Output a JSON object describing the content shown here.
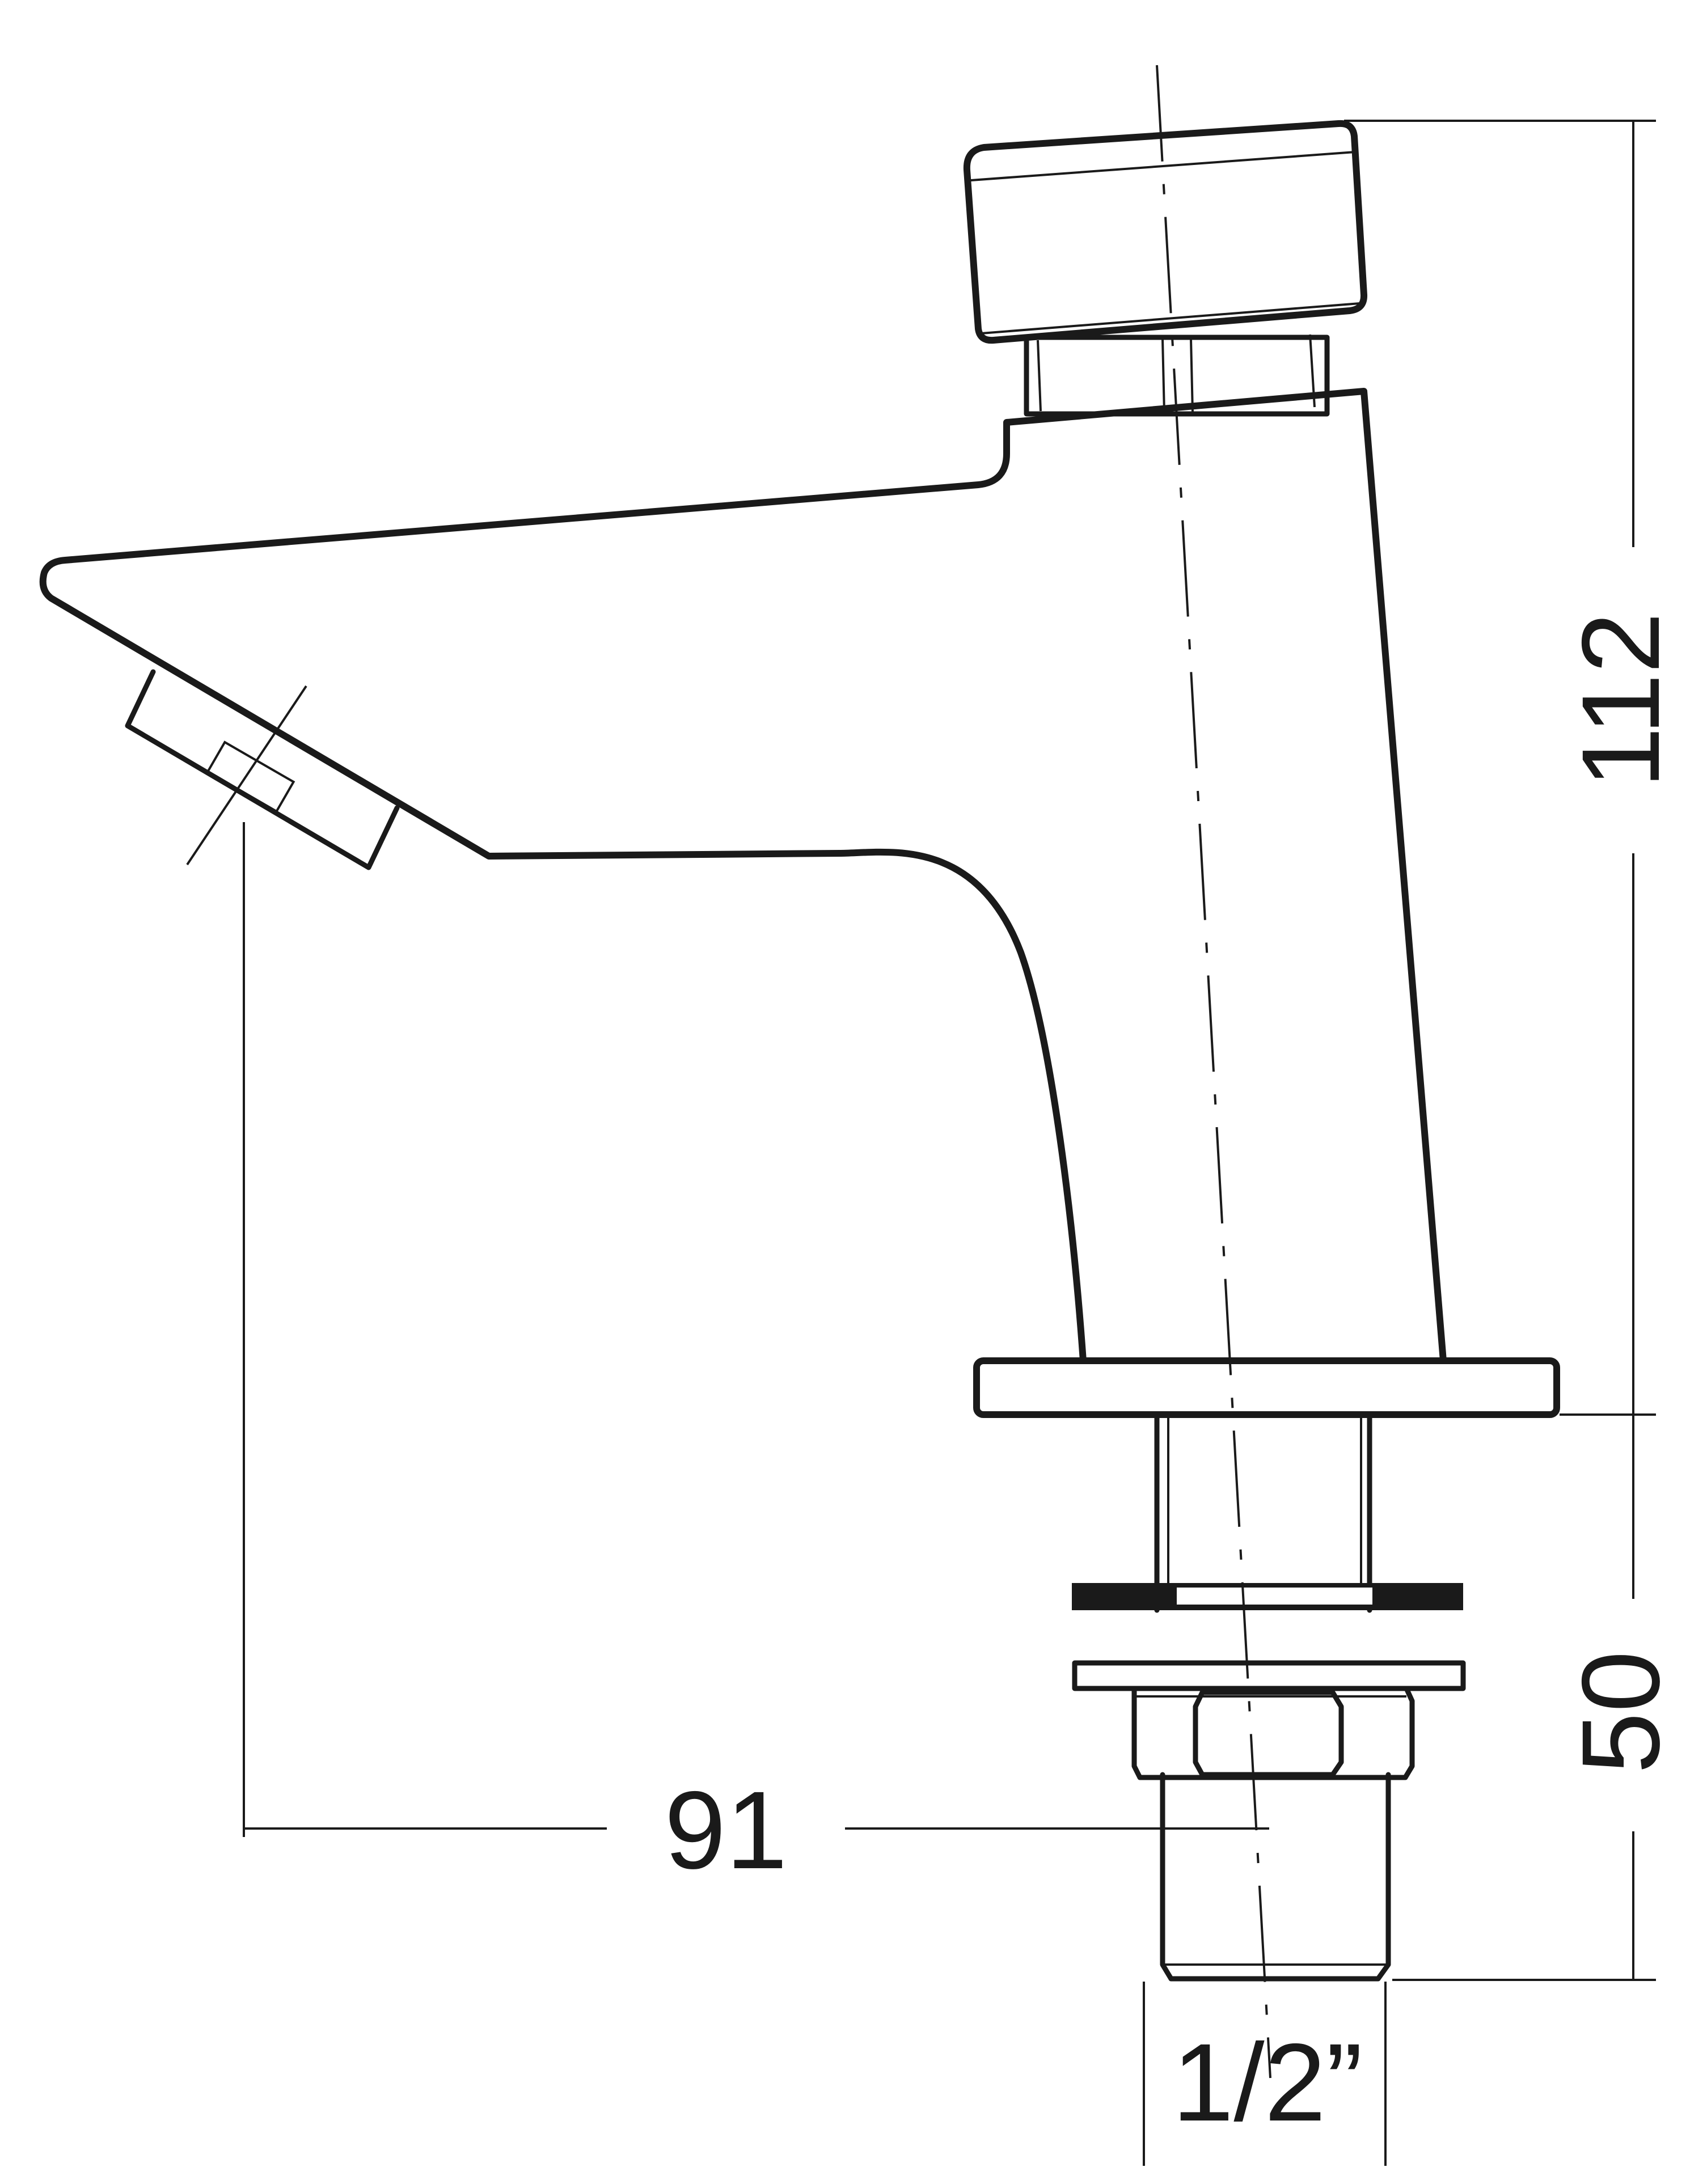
{
  "dimensions": {
    "height_total": "112",
    "height_below_deck": "50",
    "reach": "91",
    "thread_size": "1/2”"
  },
  "colors": {
    "ink": "#1a1a1a",
    "background": "#ffffff"
  }
}
